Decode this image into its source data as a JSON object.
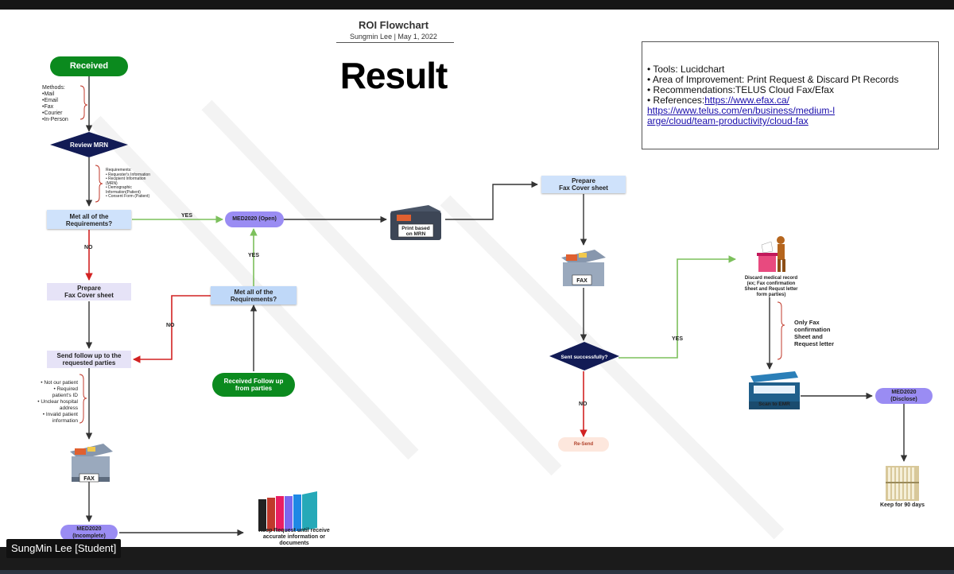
{
  "header": {
    "title": "ROI Flowchart",
    "subtitle": "Sungmin Lee  |  May 1, 2022",
    "big_title": "Result"
  },
  "info": {
    "tools": "• Tools: Lucidchart",
    "area": "• Area of Improvement: Print Request & Discard Pt Records",
    "recommendations": "• Recommendations:TELUS Cloud Fax/Efax",
    "references_label": "• References:",
    "ref1": "https://www.efax.ca/",
    "ref2": "https://www.telus.com/en/business/medium-l",
    "ref3": "arge/cloud/team-productivity/cloud-fax"
  },
  "nodes": {
    "received": "Received",
    "methods": [
      "Methods:",
      "•Mail",
      "•Email",
      "•Fax",
      "•Courier",
      "•In-Person"
    ],
    "review_mrn": "Review MRN",
    "requirements": [
      "Requirements:",
      "• Requester's Information",
      "• Recipient Information",
      "  (MRN)",
      "• Demographic",
      "  Information(Patient)",
      "• Consent Form (Patient)"
    ],
    "met_req_1": "Met all of the\nRequirements?",
    "med_open": "MED2020 (Open)",
    "print_mrn": "Print based\non MRN",
    "prepare_fax_right": "Prepare\nFax Cover sheet",
    "prepare_fax_left": "Prepare\nFax Cover sheet",
    "met_req_2": "Met all of the\nRequirements?",
    "send_follow": "Send follow up to the\nrequested parties",
    "received_follow": "Received Follow up\nfrom parties",
    "reasons": [
      "• Not our patient",
      "• Required",
      "patient's ID",
      "• Unclear hospital",
      "address",
      "• Invalid patient",
      "information"
    ],
    "fax_label": "FAX",
    "fax_label_right": "FAX",
    "med_incomplete": "MED2020\n(Incomplete)",
    "keep_request": "Keep Request until receive\naccurate information or\ndocuments",
    "sent_successfully": "Sent successfully?",
    "resend": "Re-Send",
    "discard": "Discard medical record\n(ex; Fax confirmation\nSheet and Requst letter\nform parties)",
    "only_fax": "Only Fax\nconfirmation\nSheet and\nRequest letter",
    "scan_emr": "Scan to EMR",
    "med_disclose": "MED2020\n(Disclose)",
    "keep_90": "Keep for 90 days"
  },
  "edge_labels": {
    "yes1": "YES",
    "no1": "NO",
    "yes2": "YES",
    "no2": "NO",
    "yes3": "YES",
    "no3": "NO"
  },
  "participant": {
    "name": "SungMin Lee [Student]"
  },
  "colors": {
    "green": "#0b8a1e",
    "navy": "#121b55",
    "purple": "#9a8cf3",
    "light_blue": "#cfe2fb",
    "red_arrow": "#d22222",
    "green_arrow": "#7cc05c"
  }
}
